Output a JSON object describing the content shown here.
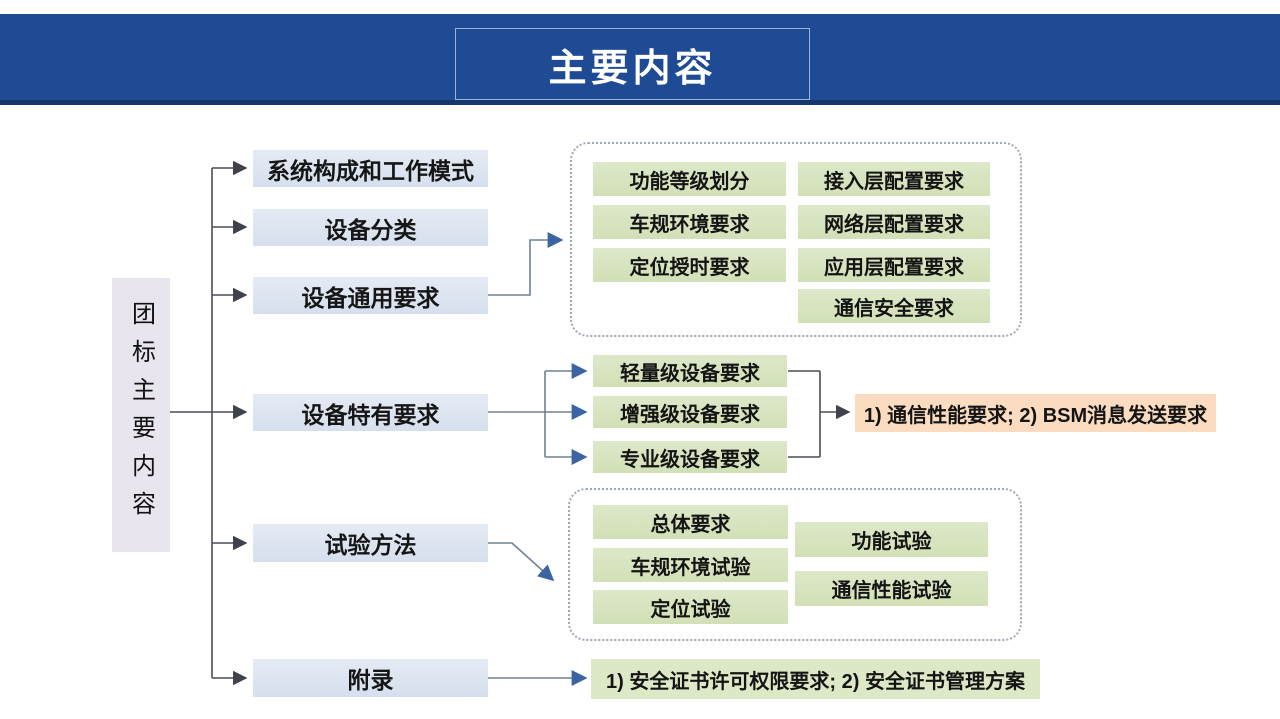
{
  "slide": {
    "title": "主要内容"
  },
  "mindmap": {
    "root": "团标主要内容",
    "level1": [
      "系统构成和工作模式",
      "设备分类",
      "设备通用要求",
      "设备特有要求",
      "试验方法",
      "附录"
    ],
    "general_group": {
      "left": [
        "功能等级划分",
        "车规环境要求",
        "定位授时要求"
      ],
      "right": [
        "接入层配置要求",
        "网络层配置要求",
        "应用层配置要求",
        "通信安全要求"
      ]
    },
    "device_levels": [
      "轻量级设备要求",
      "增强级设备要求",
      "专业级设备要求"
    ],
    "device_levels_note": "1) 通信性能要求; 2) BSM消息发送要求",
    "test_group": {
      "left": [
        "总体要求",
        "车规环境试验",
        "定位试验"
      ],
      "right": [
        "功能试验",
        "通信性能试验"
      ]
    },
    "appendix_note": "1) 安全证书许可权限要求; 2) 安全证书管理方案"
  },
  "colors": {
    "header_bar": "#1e4b93",
    "header_border": "#16376e",
    "node_blue": "#dce5f1",
    "node_green": "#d7e3bd",
    "note_orange": "#fbdcc0",
    "note_green": "#dde8c6",
    "root_purple": "#e8e5ee",
    "connector_dark": "#3f414b",
    "connector_blue": "#3c64a2"
  }
}
